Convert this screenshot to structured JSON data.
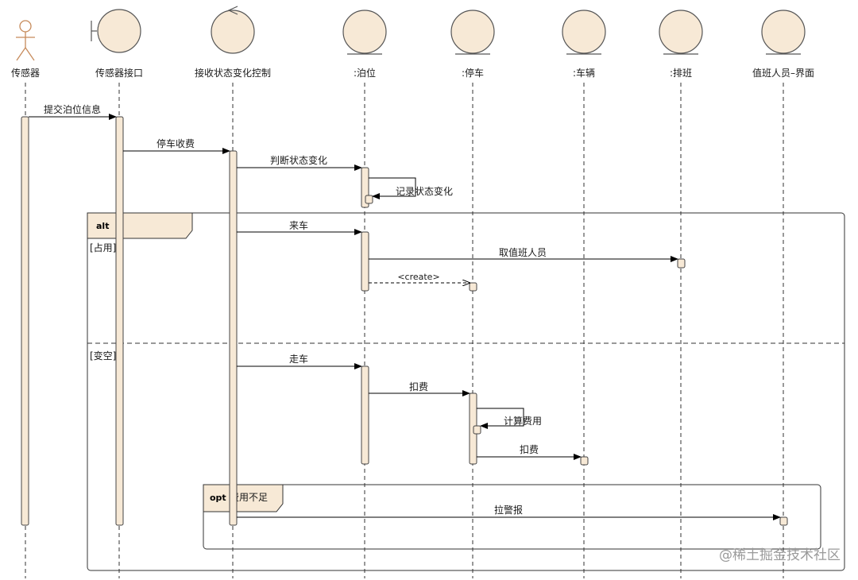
{
  "participants": [
    {
      "id": "actor",
      "label": "传感器",
      "kind": "actor"
    },
    {
      "id": "boundary",
      "label": "传感器接口",
      "kind": "boundary"
    },
    {
      "id": "control",
      "label": "接收状态变化控制",
      "kind": "control"
    },
    {
      "id": "berth",
      "label": ":泊位",
      "kind": "entity"
    },
    {
      "id": "parking",
      "label": ":停车",
      "kind": "entity"
    },
    {
      "id": "vehicle",
      "label": ":车辆",
      "kind": "entity"
    },
    {
      "id": "schedule",
      "label": ":排班",
      "kind": "entity"
    },
    {
      "id": "duty",
      "label": "值班人员–界面",
      "kind": "entity"
    }
  ],
  "messages": {
    "submit_berth_info": "提交泊位信息",
    "parking_fee": "停车收费",
    "judge_state_change": "判断状态变化",
    "record_state_change": "记录状态变化",
    "car_arrives": "来车",
    "get_duty_staff": "取值班人员",
    "create": "<create>",
    "car_leaves": "走车",
    "charge_fee": "扣费",
    "calc_fee": "计算费用",
    "charge_fee_vehicle": "扣费",
    "raise_alarm": "拉警报"
  },
  "frames": {
    "alt": {
      "keyword": "alt",
      "guard_occupied": "[占用]",
      "guard_vacant": "[变空]"
    },
    "opt": {
      "keyword": "opt",
      "guard": "费用不足"
    }
  },
  "watermark": "@稀土掘金技术社区",
  "colors": {
    "fill": "#f7e9d6",
    "stroke": "#2a2a2a",
    "frame_tab": "#f7e9d6"
  }
}
